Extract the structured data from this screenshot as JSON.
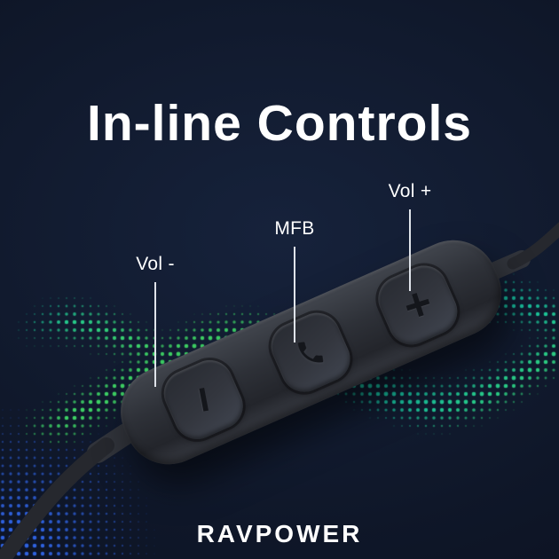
{
  "title": "In-line Controls",
  "brand": "RAVPOWER",
  "callouts": [
    {
      "id": "vol-down",
      "label": "Vol -"
    },
    {
      "id": "mfb",
      "label": "MFB"
    },
    {
      "id": "vol-up",
      "label": "Vol +"
    }
  ],
  "buttons": [
    {
      "id": "volume-down-button",
      "icon": "minus-icon",
      "glyph": "−"
    },
    {
      "id": "mfb-button",
      "icon": "phone-icon",
      "glyph": ""
    },
    {
      "id": "volume-up-button",
      "icon": "plus-icon",
      "glyph": "+"
    }
  ],
  "colors": {
    "background": "#0f1729",
    "dot_teal": "#17c3a4",
    "dot_green": "#3ed164",
    "dot_blue": "#2f62e0",
    "device_body": "#2e3138",
    "text": "#ffffff"
  }
}
